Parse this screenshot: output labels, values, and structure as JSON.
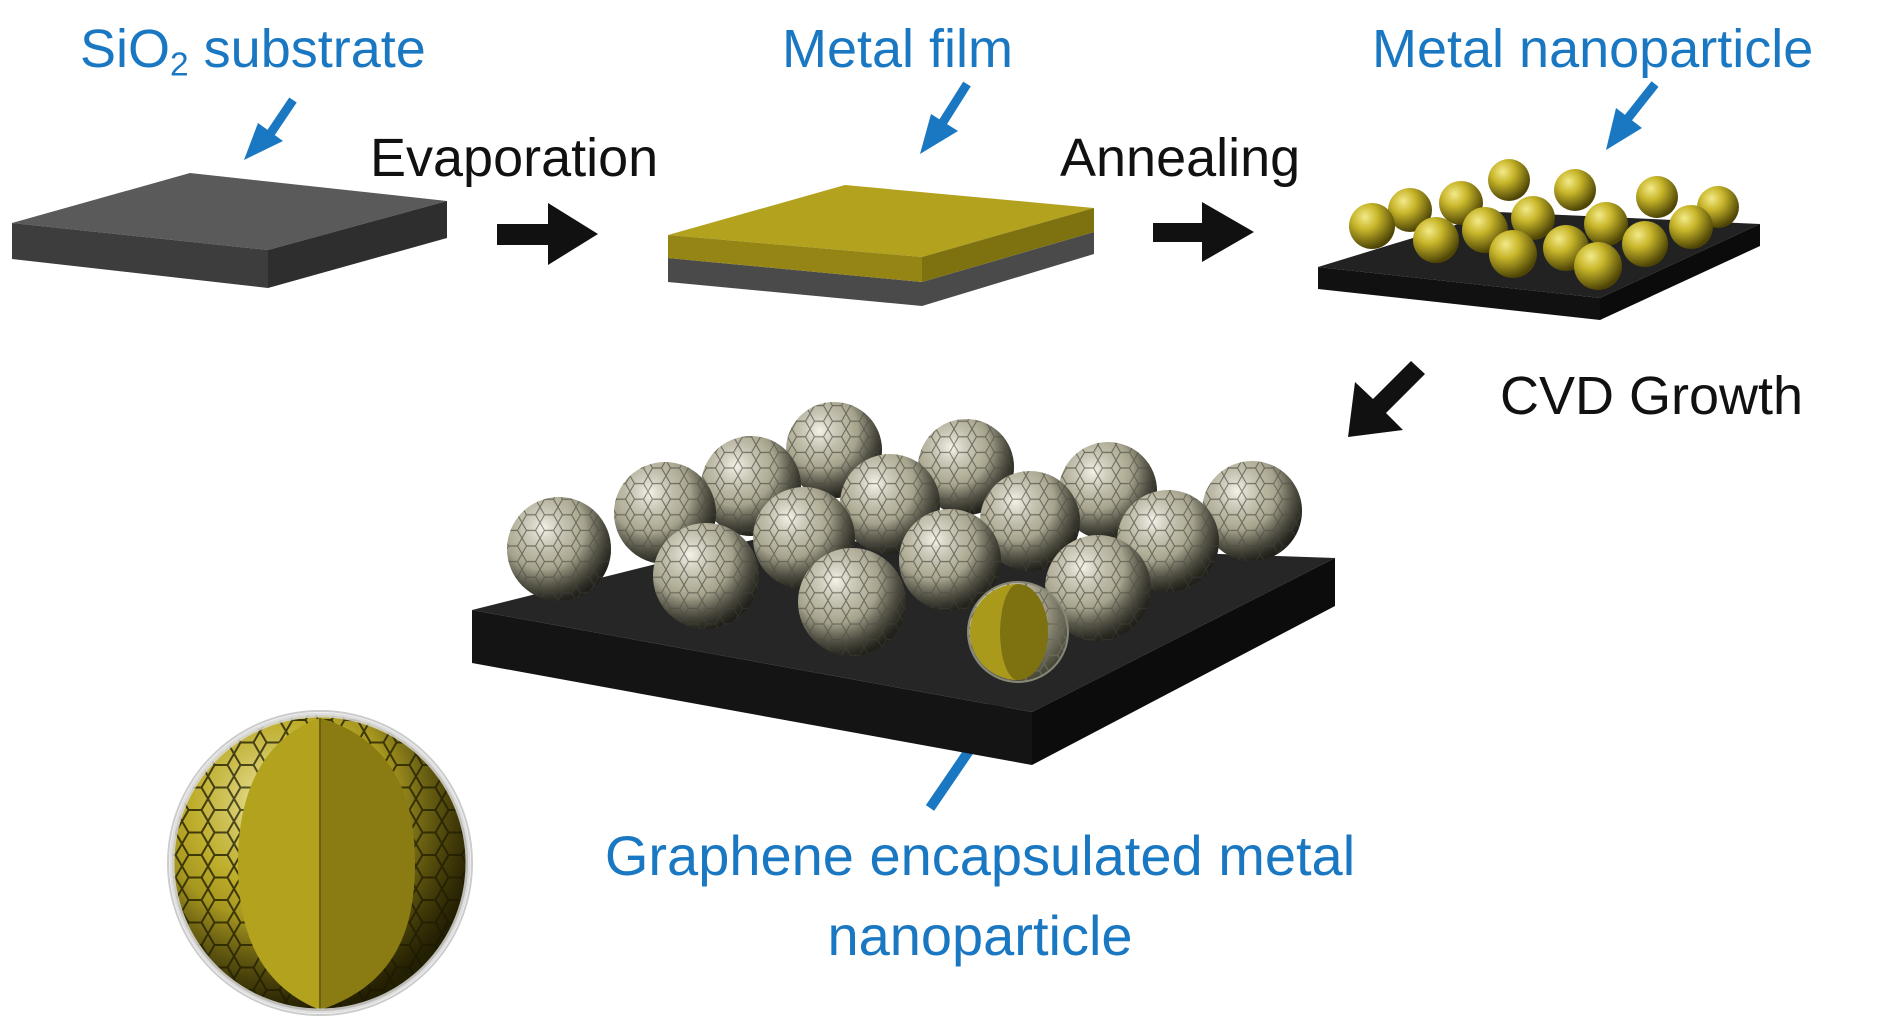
{
  "labels": {
    "sio2_prefix": "SiO",
    "sio2_subscript": "2",
    "sio2_suffix": " substrate",
    "metal_film": "Metal film",
    "metal_nanoparticle": "Metal nanoparticle",
    "evaporation": "Evaporation",
    "annealing": "Annealing",
    "cvd_growth": "CVD Growth",
    "graphene_line1": "Graphene encapsulated metal",
    "graphene_line2": "nanoparticle"
  },
  "colors": {
    "label_blue": "#1a78c2",
    "arrow_black": "#111111",
    "substrate_gray": "#4a4a4a",
    "metal_gold": "#a99a1c",
    "graphene_gray": "#b9b69f"
  },
  "icons": [
    "blue-pointer-arrow",
    "black-process-arrow",
    "sphere",
    "hex-lattice-sphere",
    "cut-sphere"
  ]
}
